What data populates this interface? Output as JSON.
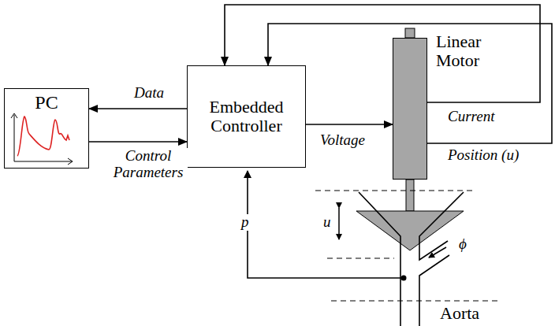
{
  "diagram": {
    "nodes": [
      {
        "text": [
          "PC"
        ]
      },
      {
        "text": [
          "Embedded Controller"
        ]
      },
      {
        "text": [
          "Linear Motor"
        ]
      }
    ],
    "edges": [
      {
        "from": 1,
        "to": 0,
        "label": "Data",
        "arrow": "to"
      },
      {
        "from": 0,
        "to": 1,
        "label": "Control Parameters",
        "arrow": "to"
      },
      {
        "from": 1,
        "to": 2,
        "label": "Voltage",
        "arrow": "to"
      },
      {
        "from": 2,
        "to": 1,
        "label": "Current",
        "arrow": "to"
      },
      {
        "from": 2,
        "to": 1,
        "label": "Position (u)",
        "arrow": "to"
      }
    ],
    "labels": [
      "p",
      "u",
      "ϕ",
      "Aorta"
    ]
  }
}
